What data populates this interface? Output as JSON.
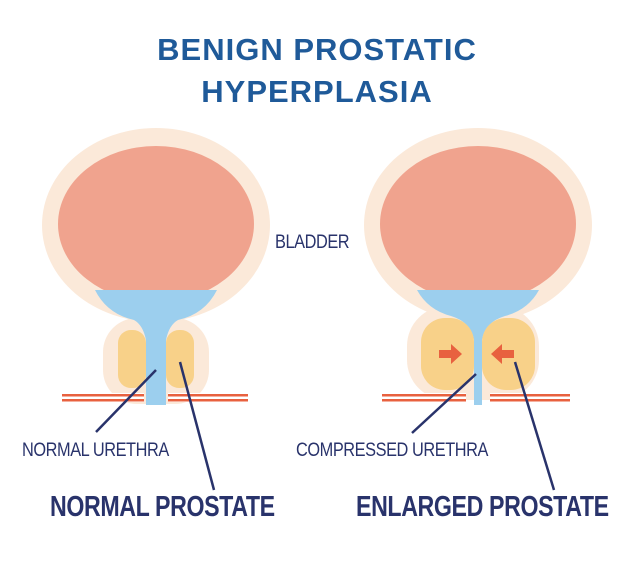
{
  "title": {
    "line1": "BENIGN PROSTATIC",
    "line2": "HYPERPLASIA"
  },
  "labels": {
    "bladder": "BLADDER",
    "normal_urethra": "NORMAL URETHRA",
    "compressed_urethra": "COMPRESSED URETHRA",
    "normal_prostate": "NORMAL PROSTATE",
    "enlarged_prostate": "ENLARGED PROSTATE"
  },
  "colors": {
    "title": "#1f5a99",
    "label_text": "#29336b",
    "outline": "#fbe9d9",
    "bladder": "#f0a38e",
    "urine": "#9ccfee",
    "prostate": "#f8d189",
    "pelvic_line": "#e8613f",
    "arrow": "#e8613f"
  }
}
